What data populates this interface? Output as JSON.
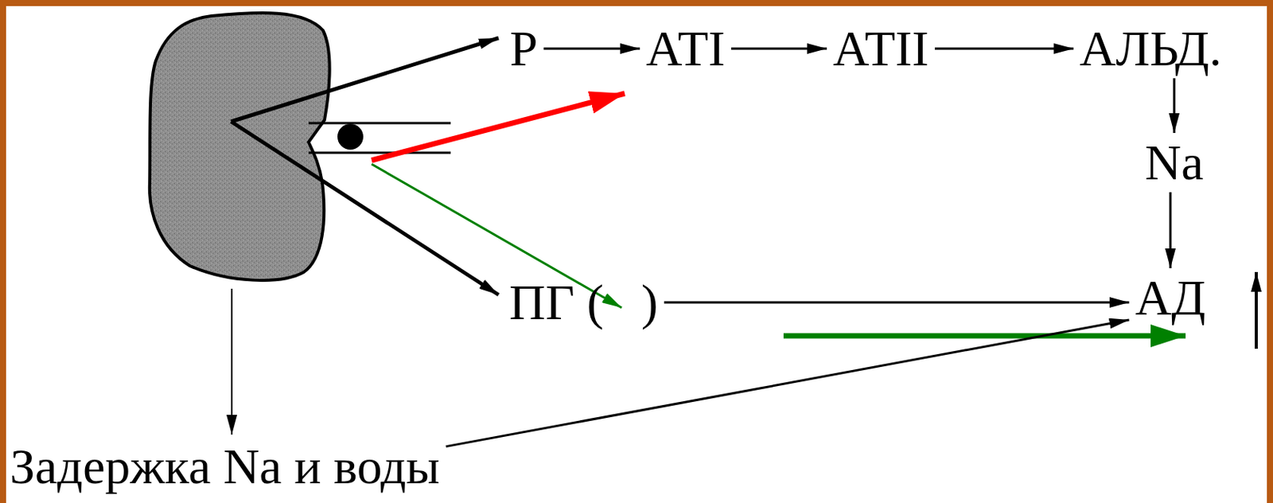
{
  "diagram": {
    "nodes": [
      {
        "text": [
          "Р"
        ]
      },
      {
        "text": [
          "АТI"
        ]
      },
      {
        "text": [
          "АТII"
        ]
      },
      {
        "text": [
          "АЛЬД."
        ]
      },
      {
        "text": [
          "Na"
        ]
      },
      {
        "text": [
          "АД"
        ]
      },
      {
        "text": [
          "ПГ (   )"
        ]
      },
      {
        "text": [
          "Задержка Na и воды"
        ]
      }
    ],
    "edges": [
      {
        "from": 0,
        "to": 1,
        "arrow": "to"
      },
      {
        "from": 1,
        "to": 2,
        "arrow": "to"
      },
      {
        "from": 2,
        "to": 3,
        "arrow": "to"
      },
      {
        "from": 3,
        "to": 4,
        "arrow": "to"
      },
      {
        "from": 4,
        "to": 5,
        "arrow": "to"
      },
      {
        "from": 6,
        "to": 5,
        "arrow": "to"
      },
      {
        "from": 7,
        "to": 5,
        "arrow": "to"
      }
    ]
  }
}
